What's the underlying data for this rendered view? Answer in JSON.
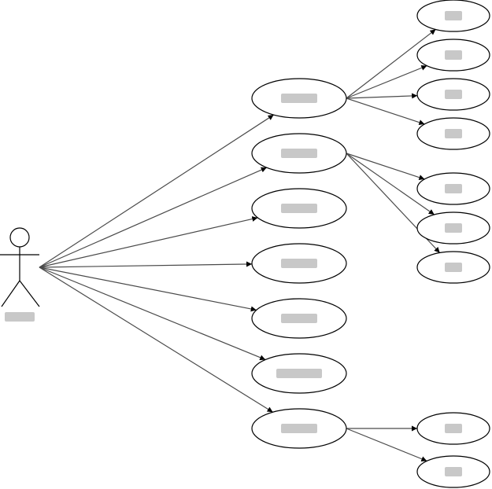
{
  "actor": {
    "label": ""
  },
  "use_cases": [
    {
      "id": "uc-scenic",
      "label": "",
      "sub_cases": [
        {
          "id": "scenic-add",
          "label": ""
        },
        {
          "id": "scenic-delete",
          "label": ""
        },
        {
          "id": "scenic-edit",
          "label": ""
        },
        {
          "id": "scenic-view",
          "label": ""
        }
      ]
    },
    {
      "id": "uc-order",
      "label": "",
      "sub_cases": [
        {
          "id": "order-delete",
          "label": ""
        },
        {
          "id": "order-edit",
          "label": ""
        },
        {
          "id": "order-view",
          "label": ""
        }
      ]
    },
    {
      "id": "uc-user",
      "label": "",
      "sub_cases": []
    },
    {
      "id": "uc-role",
      "label": "",
      "sub_cases": []
    },
    {
      "id": "uc-notice",
      "label": "",
      "sub_cases": []
    },
    {
      "id": "uc-carousel",
      "label": "",
      "sub_cases": []
    },
    {
      "id": "uc-log",
      "label": "",
      "sub_cases": [
        {
          "id": "log-view",
          "label": ""
        },
        {
          "id": "log-delete",
          "label": ""
        }
      ]
    }
  ]
}
